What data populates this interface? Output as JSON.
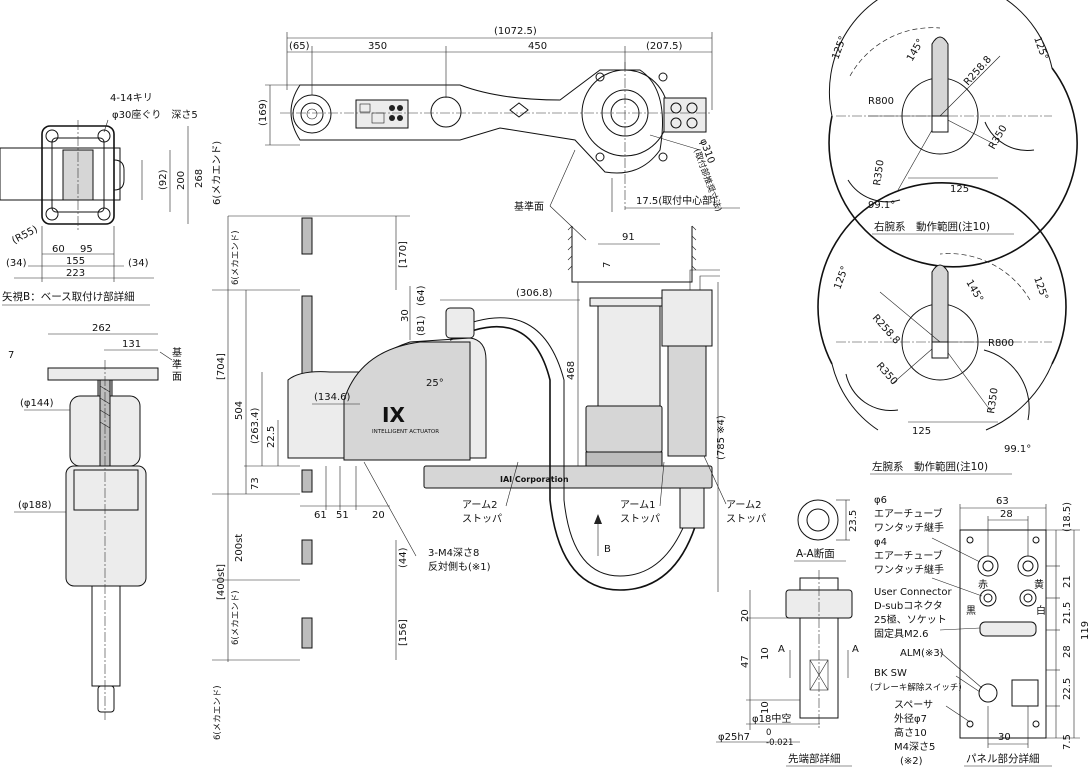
{
  "titles": {
    "base_view": "矢視B：ベース取付け部詳細",
    "right_arm": "右腕系　動作範囲(注10)",
    "left_arm": "左腕系　動作範囲(注10)",
    "section_aa": "A-A断面",
    "tip_detail": "先端部詳細",
    "panel_detail": "パネル部分詳細"
  },
  "top_view": {
    "overall": "(1072.5)",
    "d65": "(65)",
    "d350": "350",
    "d450": "450",
    "d2075": "(207.5)",
    "d169": "(169)",
    "phi310_a": "φ310",
    "phi310_b": "(取付部推奨寸法)",
    "d175": "17.5(取付中心部)",
    "datum": "基準面"
  },
  "base_view": {
    "holes": "4-14キリ",
    "counterbore": "φ30座ぐり　深さ5",
    "d92": "(92)",
    "d200": "200",
    "d268": "268",
    "r55": "(R55)",
    "d60": "60",
    "d95": "95",
    "d155": "155",
    "d223": "223",
    "d34l": "(34)",
    "d34r": "(34)"
  },
  "side_view": {
    "mecha_end": "6(メカエンド)",
    "d170": "[170]",
    "d704": "[704]",
    "d504": "504",
    "d2634": "(263.4)",
    "d225": "22.5",
    "d73": "73",
    "st200": "200st",
    "st400": "[400st]",
    "d156": "[156]",
    "d44": "(44)",
    "d1346": "(134.6)",
    "d30": "30",
    "d81": "(81)",
    "d64": "(64)",
    "d3068": "(306.8)",
    "d91": "91",
    "d7": "7",
    "d468": "468",
    "d785": "(785 ※4)",
    "angle25": "25°",
    "d61": "61",
    "d51": "51",
    "d20": "20",
    "tap_a": "3-M4深さ8",
    "tap_b": "反対側も(※1)",
    "arm2_stop_a": "アーム2",
    "arm2_stop_b": "ストッパ",
    "arm1_stop_a": "アーム1",
    "arm1_stop_b": "ストッパ",
    "arm2_stop2_a": "アーム2",
    "arm2_stop2_b": "ストッパ",
    "view_b": "B",
    "logo": "IX",
    "logo_sub": "INTELLIGENT ACTUATOR",
    "corp": "IAI Corporation"
  },
  "front_view": {
    "d262": "262",
    "d131": "131",
    "d7": "7",
    "phi144": "(φ144)",
    "phi188": "(φ188)",
    "datum": "基準面"
  },
  "right_range": {
    "a125l": "125°",
    "a125r": "125°",
    "a145": "145°",
    "r2588": "R258.8",
    "r800": "R800",
    "r350a": "R350",
    "r350b": "R350",
    "d125": "125",
    "a991": "99.1°"
  },
  "left_range": {
    "a125l": "125°",
    "a125r": "125°",
    "a145": "145°",
    "r2588": "R258.8",
    "r800": "R800",
    "r350a": "R350",
    "r350b": "R350",
    "d125": "125",
    "a991": "99.1°"
  },
  "section_aa": {
    "d235": "23.5"
  },
  "tip": {
    "d20": "20",
    "d47": "47",
    "d10a": "10",
    "d10b": "10",
    "a_left": "A",
    "a_right": "A",
    "hollow": "φ18中空",
    "shaft": "φ25h7",
    "tol_upper": "0",
    "tol_lower": "-0.021"
  },
  "panel": {
    "phi6": "φ6",
    "tube1": "エアーチューブ",
    "coupling1": "ワンタッチ継手",
    "phi4": "φ4",
    "tube2": "エアーチューブ",
    "coupling2": "ワンタッチ継手",
    "uc": "User Connector",
    "dsub": "D-subコネクタ",
    "pins": "25極、ソケット",
    "fixture": "固定具M2.6",
    "alm": "ALM(※3)",
    "bksw": "BK SW",
    "brake": "(ブレーキ解除スイッチ)",
    "spacer": "スペーサ",
    "od": "外径φ7",
    "height": "高さ10",
    "m4": "M4深さ5",
    "note2": "(※2)",
    "red": "赤",
    "yellow": "黄",
    "black": "黒",
    "white": "白",
    "d63": "63",
    "d28": "28",
    "d30": "30",
    "d185": "(18.5)",
    "d21": "21",
    "d215": "21.5",
    "d28v": "28",
    "d225": "22.5",
    "d75": "7.5",
    "d119": "119"
  }
}
